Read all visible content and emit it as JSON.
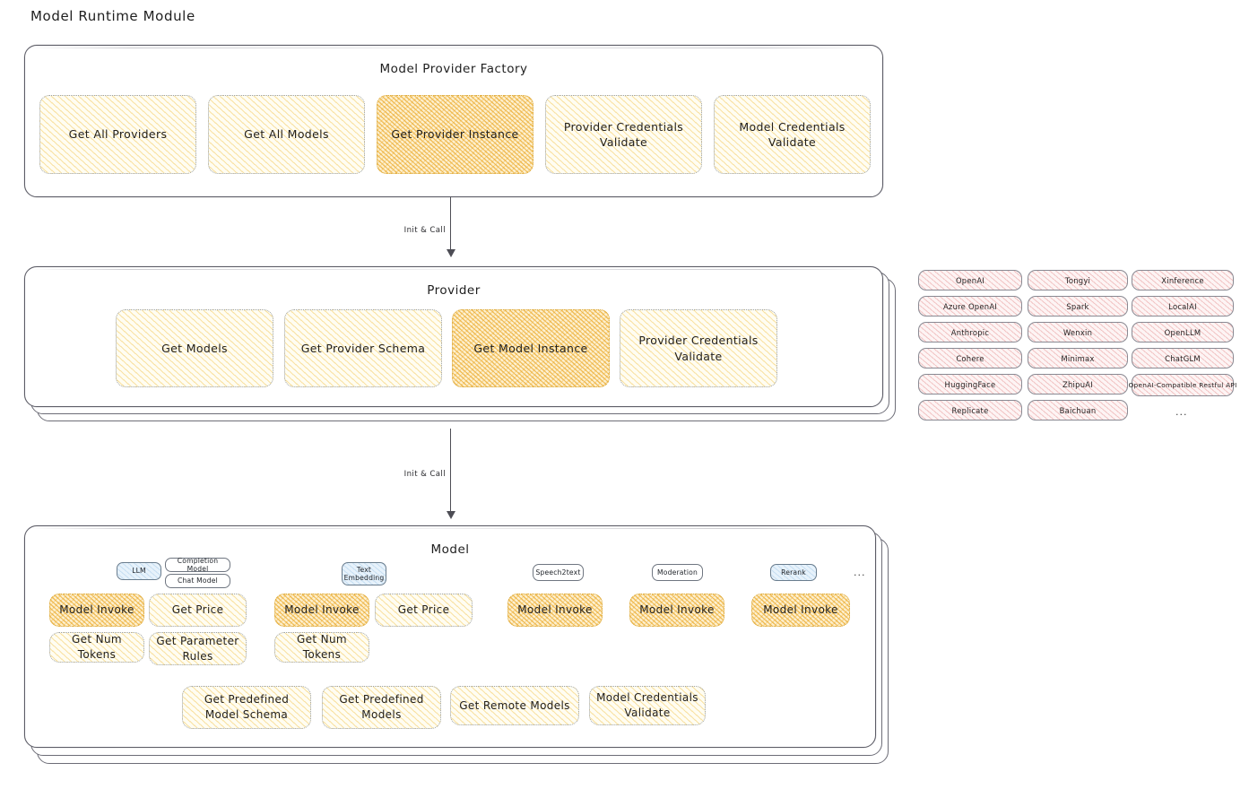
{
  "page": {
    "title": "Model Runtime Module",
    "accent_yellow": "#f3c95b",
    "accent_orange": "#ecae37",
    "accent_rose": "#e28080",
    "accent_blue": "#78afdc",
    "stroke": "#5c5c66"
  },
  "factory": {
    "title": "Model Provider Factory",
    "nodes": [
      {
        "label": "Get All Providers",
        "highlighted": false
      },
      {
        "label": "Get All Models",
        "highlighted": false
      },
      {
        "label": "Get Provider Instance",
        "highlighted": true
      },
      {
        "label": "Provider Credentials Validate",
        "highlighted": false
      },
      {
        "label": "Model Credentials Validate",
        "highlighted": false
      }
    ]
  },
  "arrow_top": {
    "label": "Init & Call"
  },
  "provider": {
    "title": "Provider",
    "nodes": [
      {
        "label": "Get Models",
        "highlighted": false
      },
      {
        "label": "Get Provider Schema",
        "highlighted": false
      },
      {
        "label": "Get Model Instance",
        "highlighted": true
      },
      {
        "label": "Provider Credentials Validate",
        "highlighted": false
      }
    ]
  },
  "provider_list": {
    "column1": [
      "OpenAI",
      "Azure OpenAI",
      "Anthropic",
      "Cohere",
      "HuggingFace",
      "Replicate"
    ],
    "column2": [
      "Tongyi",
      "Spark",
      "Wenxin",
      "Minimax",
      "ZhipuAI",
      "Baichuan"
    ],
    "column3": [
      "Xinference",
      "LocalAI",
      "OpenLLM",
      "ChatGLM",
      "OpenAI-Compatible Restful API"
    ],
    "more": "..."
  },
  "arrow_bottom": {
    "label": "Init & Call"
  },
  "model": {
    "title": "Model",
    "more": "...",
    "types": [
      {
        "name": "LLM",
        "style": "blue"
      },
      {
        "name": "Completion Model",
        "style": "plain"
      },
      {
        "name": "Chat Model",
        "style": "plain"
      },
      {
        "name": "Text Embedding",
        "style": "blue"
      },
      {
        "name": "Speech2text",
        "style": "plain"
      },
      {
        "name": "Moderation",
        "style": "plain"
      },
      {
        "name": "Rerank",
        "style": "blue"
      }
    ],
    "groups": [
      {
        "type": "LLM",
        "nodes": [
          {
            "label": "Model Invoke",
            "highlighted": true
          },
          {
            "label": "Get Price",
            "highlighted": false
          },
          {
            "label": "Get Num Tokens",
            "highlighted": false
          },
          {
            "label": "Get Parameter Rules",
            "highlighted": false
          }
        ]
      },
      {
        "type": "Text Embedding",
        "nodes": [
          {
            "label": "Model Invoke",
            "highlighted": true
          },
          {
            "label": "Get Price",
            "highlighted": false
          },
          {
            "label": "Get Num Tokens",
            "highlighted": false
          }
        ]
      },
      {
        "type": "Speech2text",
        "nodes": [
          {
            "label": "Model Invoke",
            "highlighted": true
          }
        ]
      },
      {
        "type": "Moderation",
        "nodes": [
          {
            "label": "Model Invoke",
            "highlighted": true
          }
        ]
      },
      {
        "type": "Rerank",
        "nodes": [
          {
            "label": "Model Invoke",
            "highlighted": true
          }
        ]
      }
    ],
    "common_nodes": [
      {
        "label": "Get Predefined Model Schema",
        "highlighted": false
      },
      {
        "label": "Get Predefined Models",
        "highlighted": false
      },
      {
        "label": "Get Remote Models",
        "highlighted": false
      },
      {
        "label": "Model Credentials Validate",
        "highlighted": false
      }
    ]
  }
}
